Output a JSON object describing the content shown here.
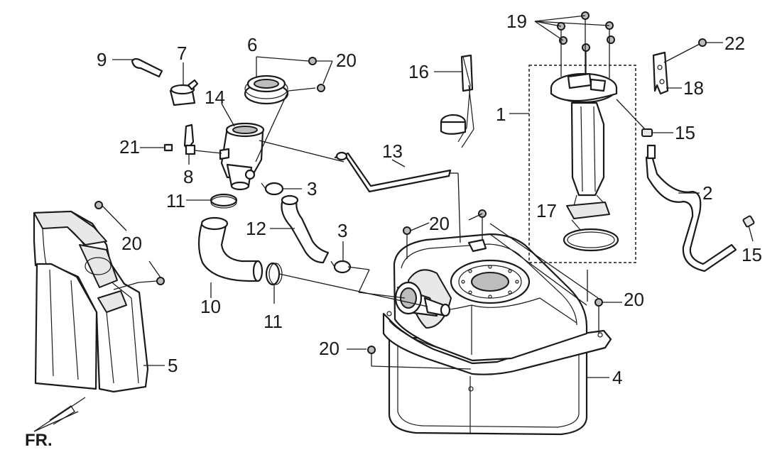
{
  "diagram": {
    "direction_label": "FR.",
    "callouts": [
      {
        "id": "1",
        "text": "1"
      },
      {
        "id": "2",
        "text": "2"
      },
      {
        "id": "3a",
        "text": "3"
      },
      {
        "id": "3b",
        "text": "3"
      },
      {
        "id": "4",
        "text": "4"
      },
      {
        "id": "5",
        "text": "5"
      },
      {
        "id": "6",
        "text": "6"
      },
      {
        "id": "7",
        "text": "7"
      },
      {
        "id": "8",
        "text": "8"
      },
      {
        "id": "9",
        "text": "9"
      },
      {
        "id": "10",
        "text": "10"
      },
      {
        "id": "11a",
        "text": "11"
      },
      {
        "id": "11b",
        "text": "11"
      },
      {
        "id": "12",
        "text": "12"
      },
      {
        "id": "13",
        "text": "13"
      },
      {
        "id": "14",
        "text": "14"
      },
      {
        "id": "15a",
        "text": "15"
      },
      {
        "id": "15b",
        "text": "15"
      },
      {
        "id": "16",
        "text": "16"
      },
      {
        "id": "17",
        "text": "17"
      },
      {
        "id": "18",
        "text": "18"
      },
      {
        "id": "19",
        "text": "19"
      },
      {
        "id": "20a",
        "text": "20"
      },
      {
        "id": "20b",
        "text": "20"
      },
      {
        "id": "20c",
        "text": "20"
      },
      {
        "id": "20d",
        "text": "20"
      },
      {
        "id": "20e",
        "text": "20"
      },
      {
        "id": "21",
        "text": "21"
      },
      {
        "id": "22",
        "text": "22"
      }
    ]
  }
}
